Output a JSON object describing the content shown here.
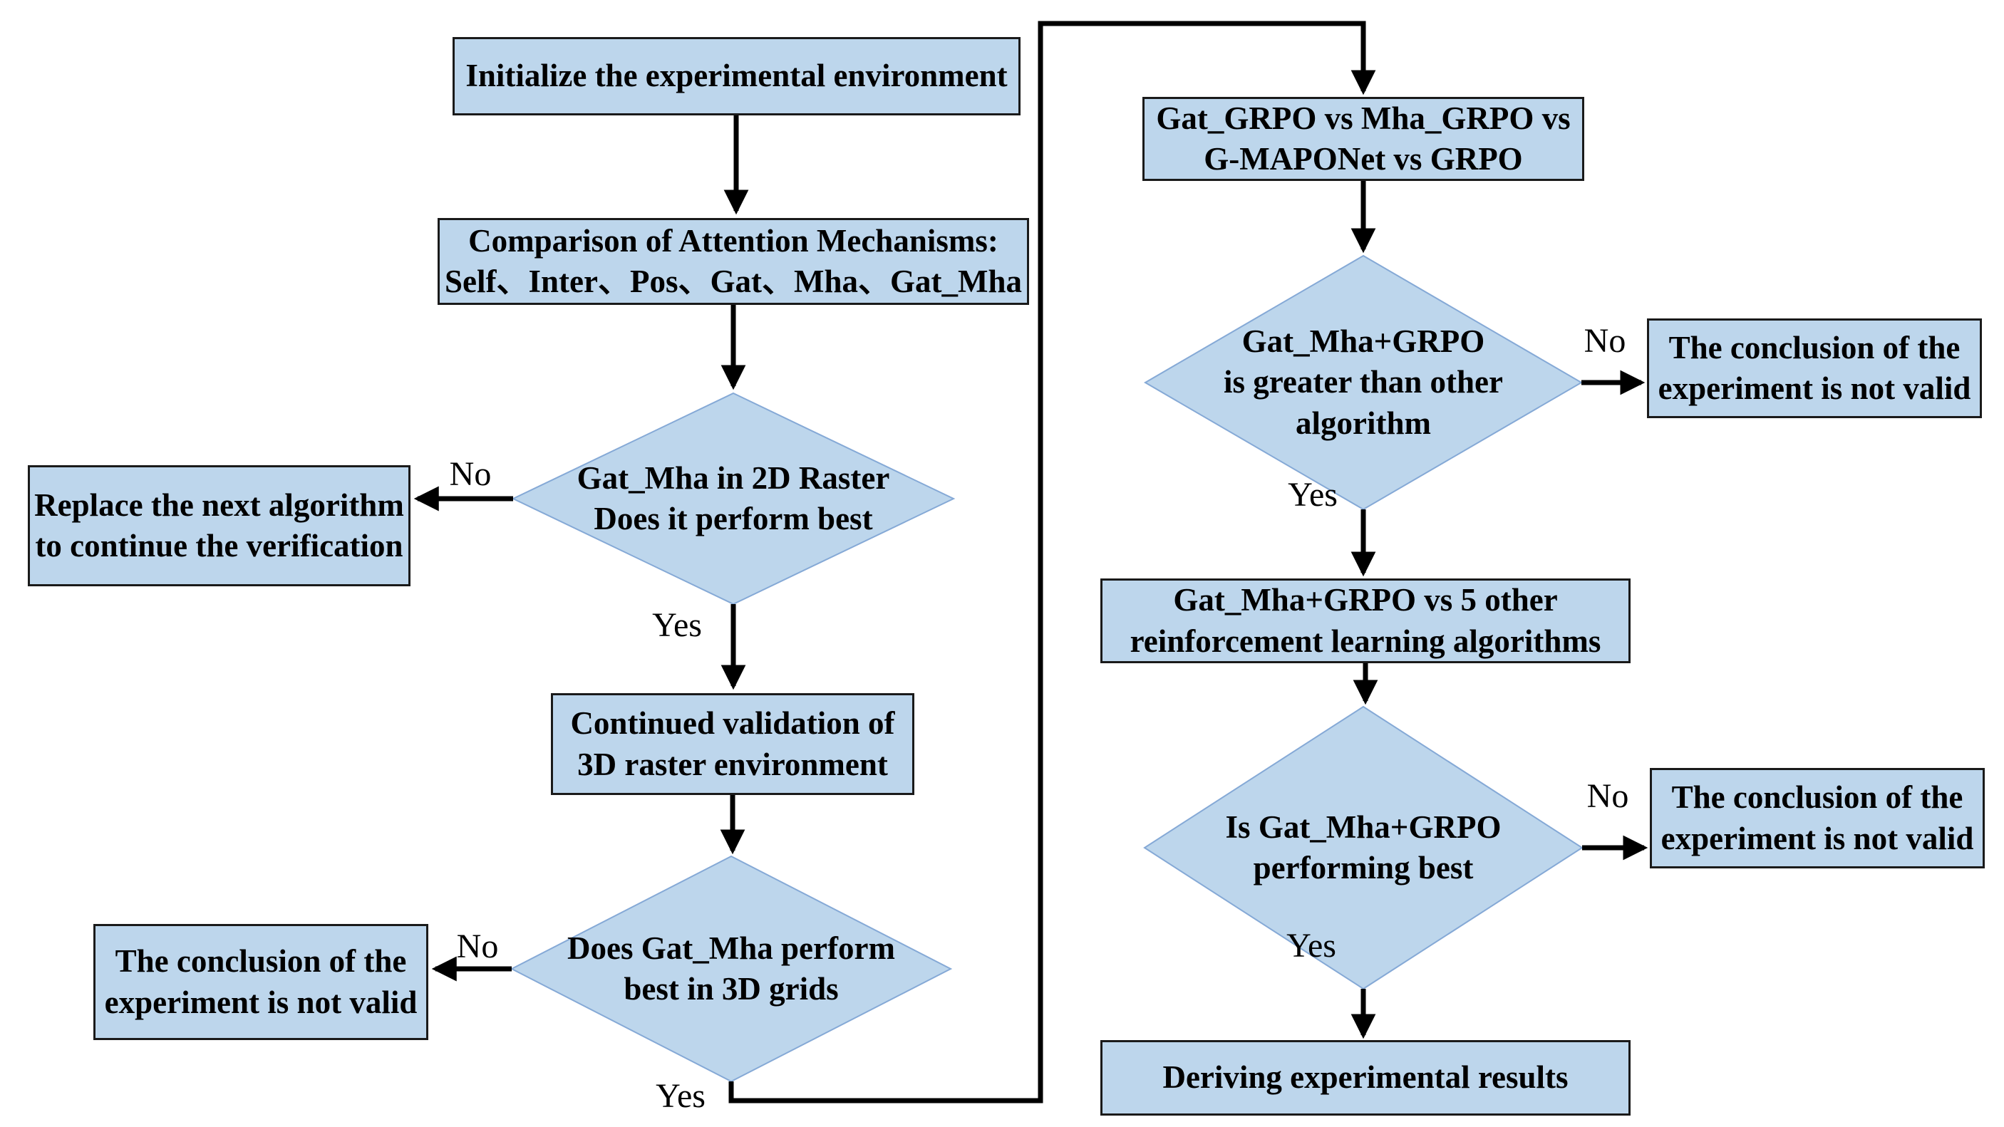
{
  "colors": {
    "node_fill": "#bdd6ec",
    "rect_border": "#1a1a1a",
    "diamond_border": "#85a9d6",
    "connector": "#000000",
    "text": "#000000",
    "background": "#ffffff"
  },
  "nodes": {
    "init": "Initialize the experimental environment",
    "attention": "Comparison of Attention Mechanisms:\nSelf、Inter、Pos、Gat、Mha、Gat_Mha",
    "decision2d": "Gat_Mha in 2D Raster\nDoes it perform best",
    "replace": "Replace the next algorithm\nto continue the verification",
    "validate3d": "Continued validation of\n3D raster environment",
    "decision3d": "Does Gat_Mha perform\nbest in 3D grids",
    "invalidLeft": "The conclusion of the\nexperiment is not valid",
    "grpoVs": "Gat_GRPO vs Mha_GRPO vs\nG-MAPONet vs GRPO",
    "decisionGreater": "Gat_Mha+GRPO\nis greater than other\nalgorithm",
    "invalidRightTop": "The conclusion of the\nexperiment is not valid",
    "rlVs": "Gat_Mha+GRPO vs 5 other\nreinforcement learning algorithms",
    "decisionBest": "Is Gat_Mha+GRPO\nperforming best",
    "invalidRightBottom": "The conclusion of the\nexperiment is not valid",
    "derive": "Deriving experimental results"
  },
  "labels": {
    "yes2d": "Yes",
    "no2d": "No",
    "yes3d": "Yes",
    "no3d": "No",
    "yesGreater": "Yes",
    "noGreater": "No",
    "yesBest": "Yes",
    "noBest": "No"
  }
}
